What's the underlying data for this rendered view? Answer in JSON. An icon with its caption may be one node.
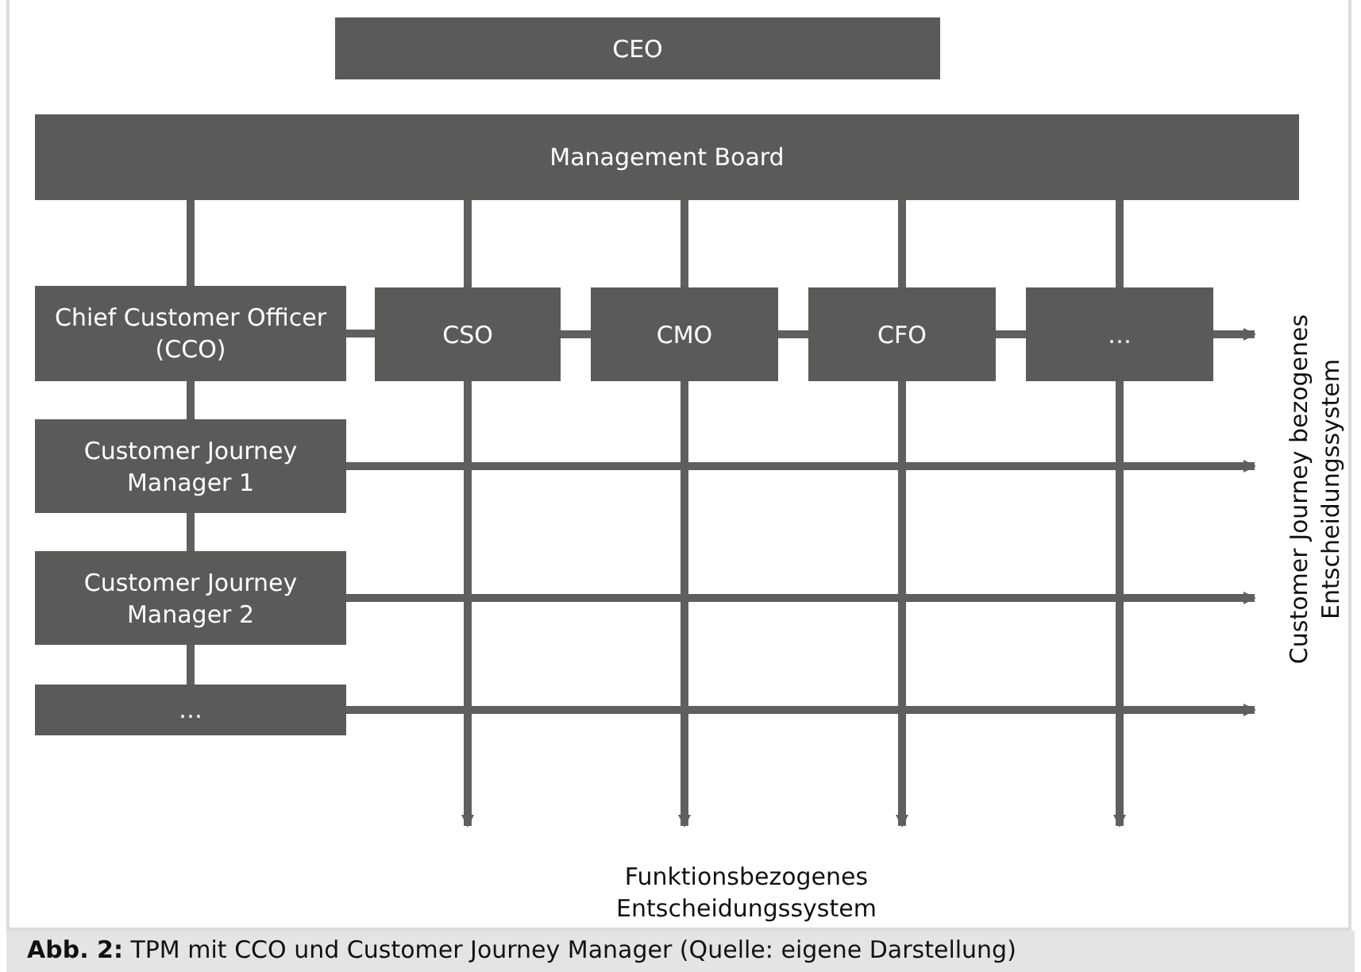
{
  "diagram": {
    "caption": "**Abb. 2:** TPM mit CCO und Customer Journey Manager (Quelle: eigene Darstellung)",
    "nodes": [
      {
        "text": [
          "CEO"
        ]
      },
      {
        "text": [
          "Management Board"
        ]
      },
      {
        "text": [
          "Chief Customer Officer (CCO)"
        ]
      },
      {
        "text": [
          "CSO"
        ]
      },
      {
        "text": [
          "CMO"
        ]
      },
      {
        "text": [
          "CFO"
        ]
      },
      {
        "text": [
          "…"
        ]
      },
      {
        "text": [
          "Customer Journey Manager 1"
        ]
      },
      {
        "text": [
          "Customer Journey Manager 2"
        ]
      },
      {
        "text": [
          "…"
        ]
      }
    ],
    "edges": [
      {
        "from": 1,
        "to": 2,
        "arrow": "none"
      },
      {
        "from": 1,
        "to": 3,
        "arrow": "none"
      },
      {
        "from": 1,
        "to": 4,
        "arrow": "none"
      },
      {
        "from": 1,
        "to": 5,
        "arrow": "none"
      },
      {
        "from": 1,
        "to": 6,
        "arrow": "none"
      },
      {
        "from": 2,
        "to": 3,
        "arrow": "none"
      },
      {
        "from": 3,
        "to": 4,
        "arrow": "none"
      },
      {
        "from": 4,
        "to": 5,
        "arrow": "none"
      },
      {
        "from": 5,
        "to": 6,
        "arrow": "none"
      },
      {
        "from": 6,
        "to": null,
        "arrow": "to"
      },
      {
        "from": 2,
        "to": 7,
        "arrow": "none"
      },
      {
        "from": 7,
        "to": 8,
        "arrow": "none"
      },
      {
        "from": 8,
        "to": 9,
        "arrow": "none"
      },
      {
        "from": 7,
        "to": null,
        "arrow": "to"
      },
      {
        "from": 8,
        "to": null,
        "arrow": "to"
      },
      {
        "from": 9,
        "to": null,
        "arrow": "to"
      },
      {
        "from": 3,
        "to": null,
        "arrow": "to"
      },
      {
        "from": 4,
        "to": null,
        "arrow": "to"
      },
      {
        "from": 5,
        "to": null,
        "arrow": "to"
      },
      {
        "from": 6,
        "to": null,
        "arrow": "to"
      }
    ],
    "labels": [
      "Customer Journey bezogenes Entscheidungssystem",
      "Funktionsbezogenes Entscheidungssystem"
    ]
  }
}
